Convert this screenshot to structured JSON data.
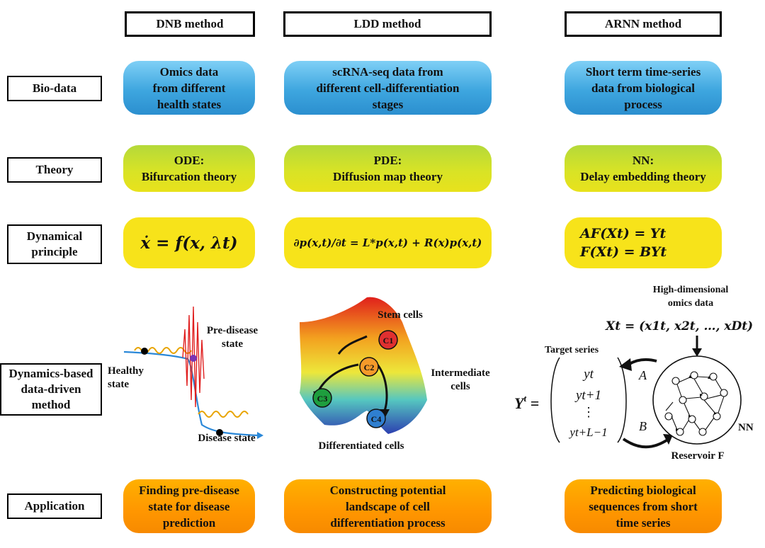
{
  "columns": {
    "dnb": "DNB method",
    "ldd": "LDD method",
    "arnn": "ARNN method"
  },
  "rows": {
    "bio_data": "Bio-data",
    "theory": "Theory",
    "dynamical_principle": [
      "Dynamical",
      "principle"
    ],
    "dynamics_method": [
      "Dynamics-based",
      "data-driven",
      "method"
    ],
    "application": "Application"
  },
  "bio_data": {
    "dnb": [
      "Omics data",
      "from different",
      "health states"
    ],
    "ldd": [
      "scRNA-seq data from",
      "different cell-differentiation",
      "stages"
    ],
    "arnn": [
      "Short term time-series",
      "data from biological",
      "process"
    ]
  },
  "theory": {
    "dnb": [
      "ODE:",
      "Bifurcation theory"
    ],
    "ldd": [
      "PDE:",
      "Diffusion map theory"
    ],
    "arnn": [
      "NN:",
      "Delay embedding theory"
    ]
  },
  "dynamical_principle": {
    "dnb": "ẋ = f(x, λt)",
    "ldd": "∂p(x,t)/∂t = L*p(x,t) + R(x)p(x,t)",
    "arnn": [
      "AF(Xt) = Yt",
      "F(Xt) = BYt"
    ]
  },
  "dnb_figure": {
    "pre_disease": [
      "Pre-disease",
      "state"
    ],
    "healthy": [
      "Healthy",
      "state"
    ],
    "disease": "Disease state",
    "colors": {
      "curve": "#2b88d8",
      "oscillation": "#e8a400",
      "spike": "#e02020",
      "tipping_point": "#7a35b5"
    }
  },
  "ldd_figure": {
    "stem_cells": "Stem cells",
    "intermediate": [
      "Intermediate",
      "cells"
    ],
    "differentiated": "Differentiated cells",
    "nodes": [
      {
        "id": "C1",
        "color": "#e03030"
      },
      {
        "id": "C2",
        "color": "#f59a2a"
      },
      {
        "id": "C3",
        "color": "#1e9e3e"
      },
      {
        "id": "C4",
        "color": "#2f7fd0"
      }
    ]
  },
  "arnn_figure": {
    "high_dim": [
      "High-dimensional",
      "omics data"
    ],
    "x_vector": "Xt = (x1t, x2t, …, xDt)",
    "target_series": "Target series",
    "y_vector_entries": [
      "yt",
      "yt+1",
      "⋮",
      "yt+L−1"
    ],
    "arrow_a": "A",
    "arrow_b": "B",
    "nn": "NN",
    "reservoir": "Reservoir F"
  },
  "application": {
    "dnb": [
      "Finding pre-disease",
      "state for disease",
      "prediction"
    ],
    "ldd": [
      "Constructing potential",
      "landscape of cell",
      "differentiation process"
    ],
    "arnn": [
      "Predicting biological",
      "sequences from short",
      "time series"
    ]
  }
}
